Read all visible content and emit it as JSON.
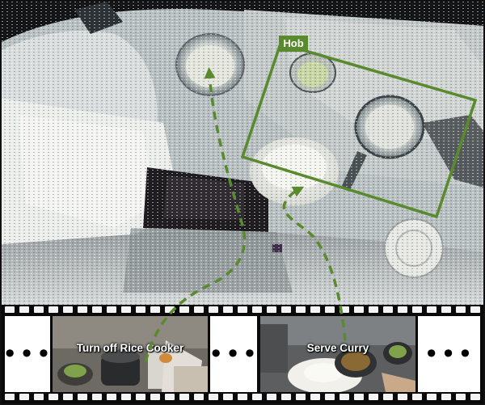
{
  "scene": {
    "region_label": "Hob",
    "accent_color": "#5a8a2e",
    "arrow_color": "#5a8a2e"
  },
  "filmstrip": {
    "ellipsis_left": "•••",
    "ellipsis_middle": "•••",
    "ellipsis_right": "•••",
    "frames": [
      {
        "label": "Turn off Rice Cooker"
      },
      {
        "label": "Serve Curry"
      }
    ]
  }
}
